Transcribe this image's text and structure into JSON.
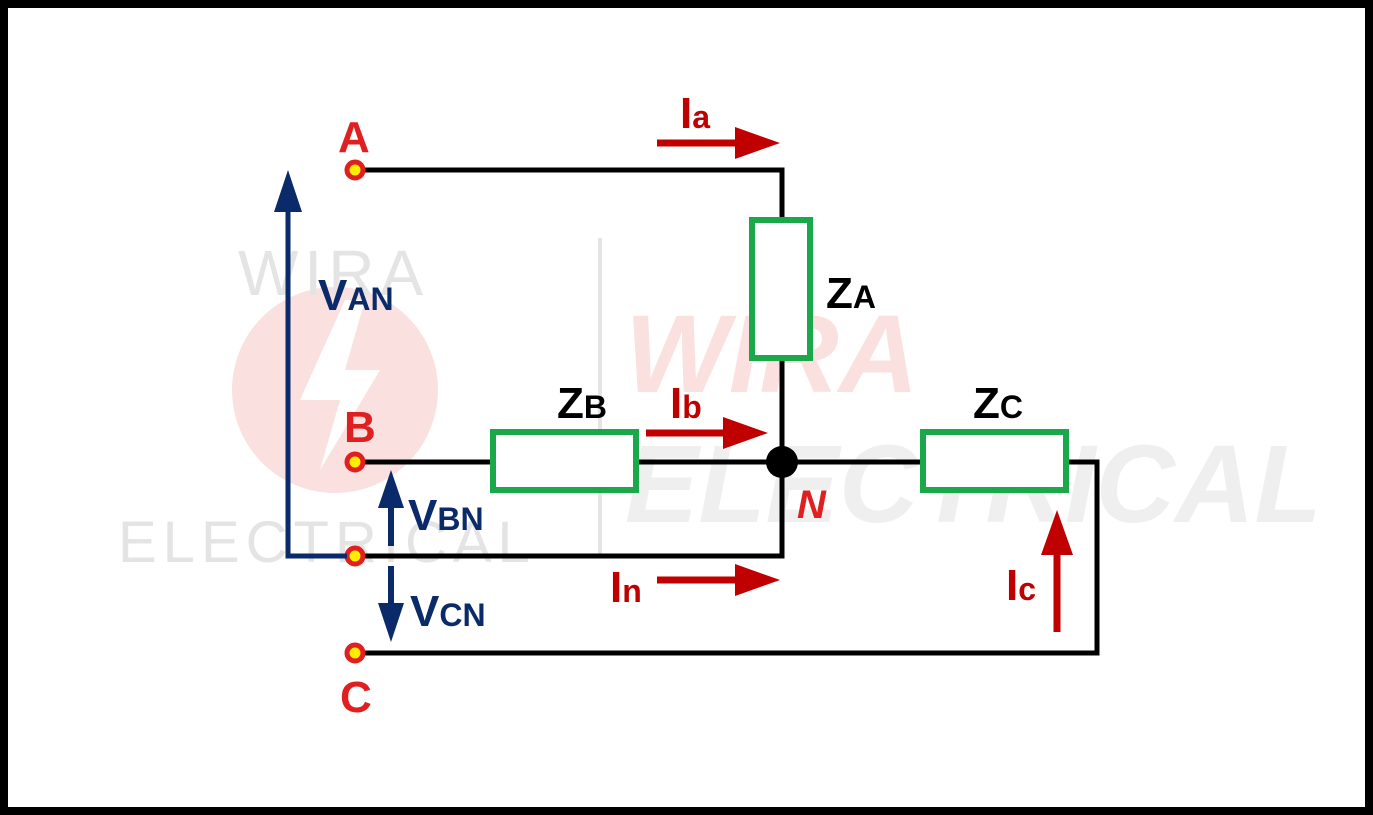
{
  "watermark": {
    "left_top": "WIRA",
    "left_bottom": "ELECTRICAL",
    "center_top": "WIRA",
    "center_bottom": "ELECTRICAL"
  },
  "terminals": {
    "a": "A",
    "b": "B",
    "c": "C"
  },
  "neutral_label": "N",
  "impedances": {
    "za": {
      "main": "Z",
      "sub": "A"
    },
    "zb": {
      "main": "Z",
      "sub": "B"
    },
    "zc": {
      "main": "Z",
      "sub": "C"
    }
  },
  "currents": {
    "ia": {
      "main": "I",
      "sub": "a"
    },
    "ib": {
      "main": "I",
      "sub": "b"
    },
    "ic": {
      "main": "I",
      "sub": "c"
    },
    "in": {
      "main": "I",
      "sub": "n"
    }
  },
  "voltages": {
    "van": {
      "main": "V",
      "sub": "AN"
    },
    "vbn": {
      "main": "V",
      "sub": "BN"
    },
    "vcn": {
      "main": "V",
      "sub": "CN"
    }
  },
  "colors": {
    "wire": "#000000",
    "resistor": "#1aa84a",
    "current": "#c00000",
    "voltage": "#0a2a6a",
    "terminal_label": "#e02020",
    "terminal_fill": "#ffee00",
    "terminal_ring": "#e02020",
    "watermark_gray": "#e4e4e4",
    "watermark_red": "#fbe0e0",
    "frame": "#000000"
  }
}
